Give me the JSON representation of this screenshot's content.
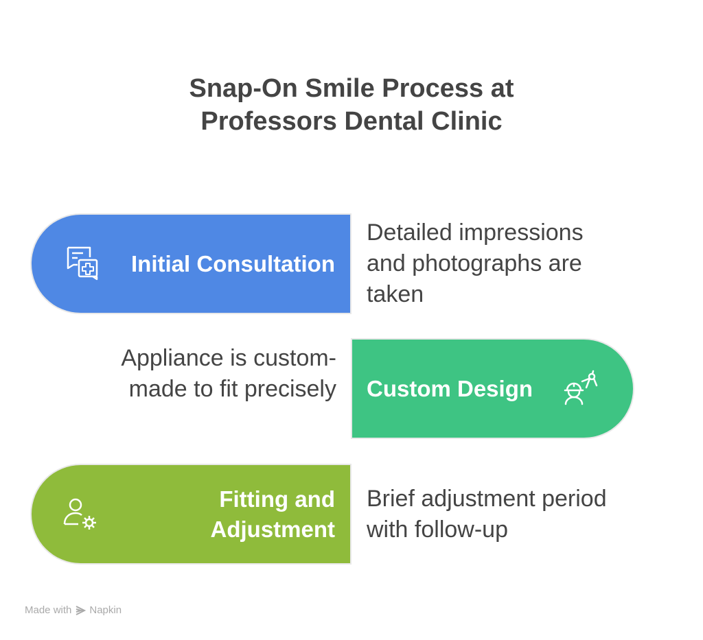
{
  "title_line1": "Snap-On Smile Process at",
  "title_line2": "Professors Dental Clinic",
  "steps": [
    {
      "label": "Initial Consultation",
      "description": "Detailed impressions and photographs are taken",
      "icon": "medical-chat-icon",
      "color": "#4F88E4"
    },
    {
      "label": "Custom Design",
      "description": "Appliance is custom-made to fit precisely",
      "icon": "engineer-compass-icon",
      "color": "#3EC483"
    },
    {
      "label": "Fitting and Adjustment",
      "description": "Brief adjustment period with follow-up",
      "icon": "user-gear-icon",
      "color": "#8FBB3B"
    }
  ],
  "footer": {
    "made_with": "Made with",
    "brand": "Napkin"
  }
}
